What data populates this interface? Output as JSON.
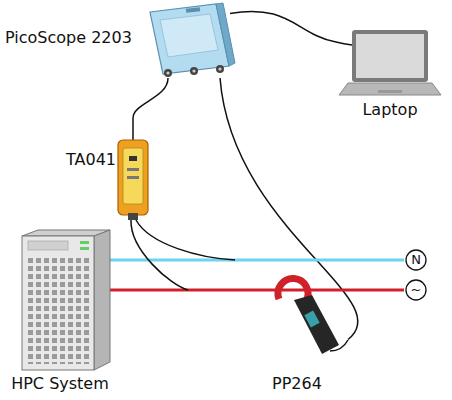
{
  "diagram": {
    "nodes": [
      {
        "text": [
          "PicoScope 2203"
        ]
      },
      {
        "text": [
          "Laptop"
        ]
      },
      {
        "text": [
          "TA041"
        ]
      },
      {
        "text": [
          "HPC System"
        ]
      },
      {
        "text": [
          "PP264"
        ]
      },
      {
        "text": [
          "N"
        ]
      },
      {
        "text": [
          "~"
        ]
      }
    ],
    "edges": [
      {
        "from": 0,
        "to": 1,
        "arrow": "none"
      },
      {
        "from": 0,
        "to": 2,
        "arrow": "none"
      },
      {
        "from": 0,
        "to": 4,
        "arrow": "none"
      },
      {
        "from": 3,
        "to": 5,
        "arrow": "none"
      },
      {
        "from": 3,
        "to": 6,
        "arrow": "none"
      }
    ]
  }
}
